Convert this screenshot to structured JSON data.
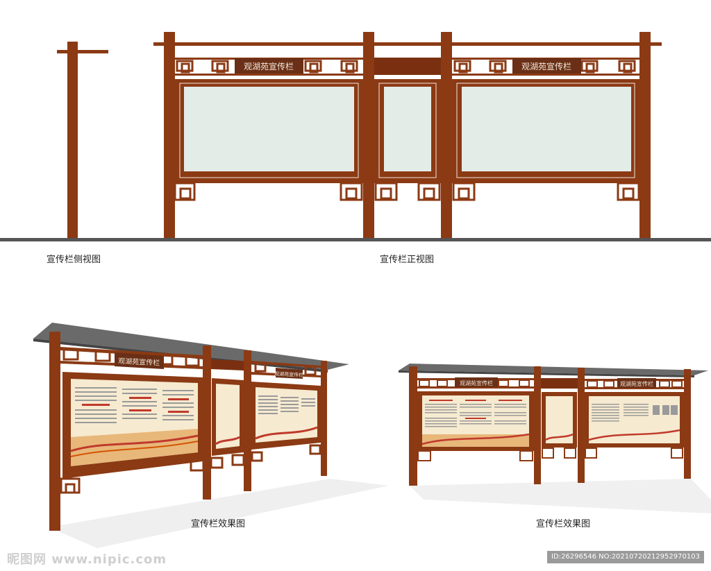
{
  "sign_title": "观湖苑宣传栏",
  "captions": {
    "side_view": "宣传栏侧视图",
    "front_view": "宣传栏正视图",
    "effect_left": "宣传栏效果图",
    "effect_right": "宣传栏效果图"
  },
  "watermark": {
    "site": "昵图网 www.nipic.com",
    "id": "ID:26296546 NO:20210720212952970103"
  },
  "colors": {
    "wood": "#8b3a14",
    "wood_dark": "#6e2c0e",
    "glass": "#e4ece8",
    "ground": "#555555",
    "roof": "#6a6a6a",
    "poster_bg": "#f6ead0"
  }
}
